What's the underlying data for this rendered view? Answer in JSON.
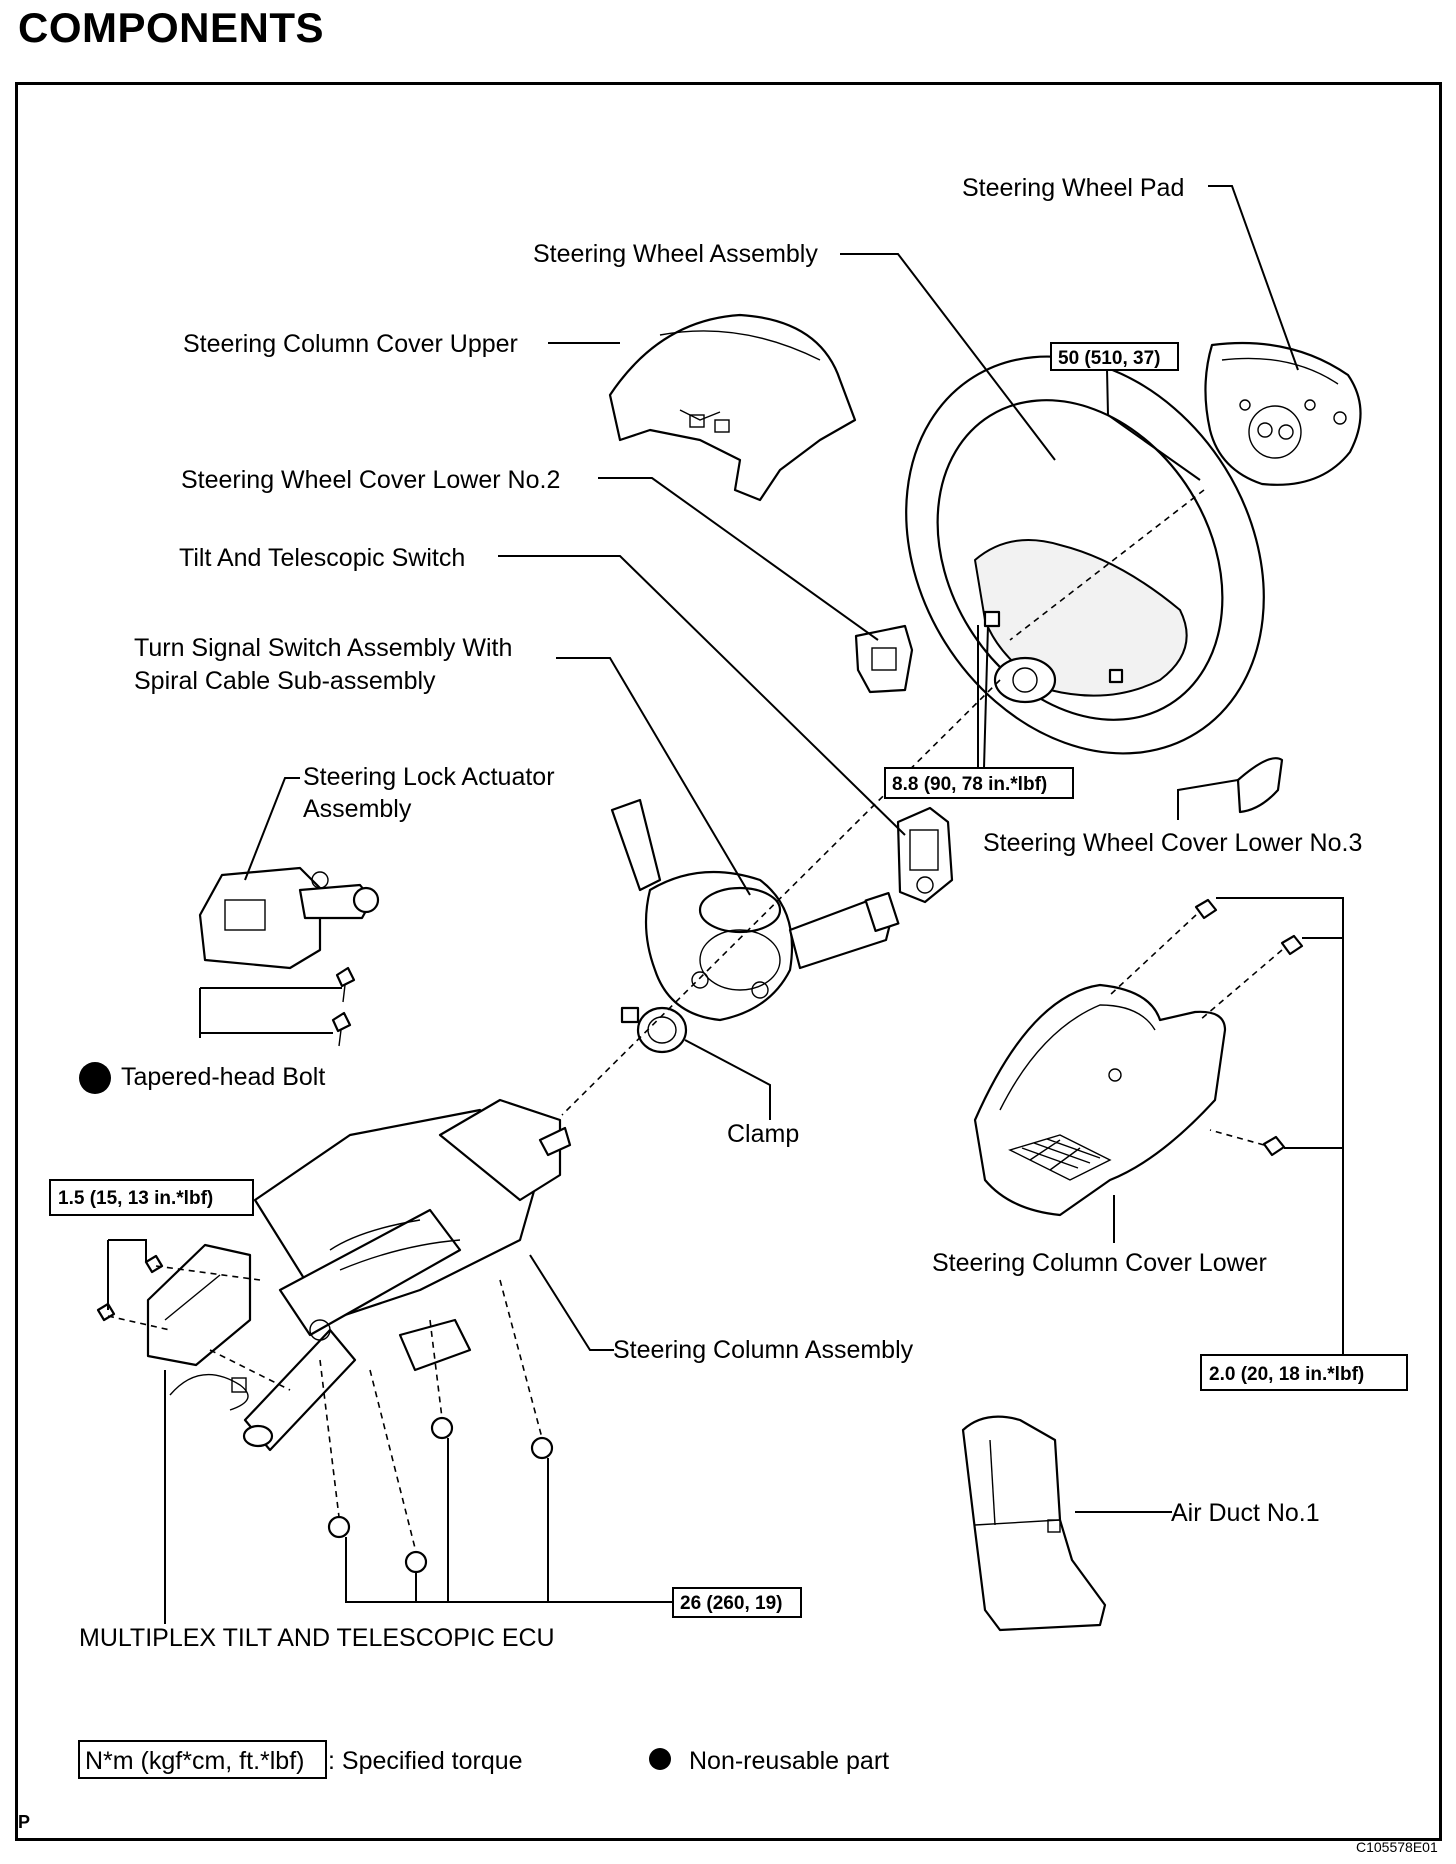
{
  "title": "COMPONENTS",
  "labels": {
    "steering_wheel_pad": "Steering Wheel Pad",
    "steering_wheel_assembly": "Steering Wheel Assembly",
    "steering_column_cover_upper": "Steering Column Cover Upper",
    "steering_wheel_cover_lower_no2": "Steering Wheel Cover Lower No.2",
    "tilt_telescopic_switch": "Tilt And Telescopic Switch",
    "turn_signal_line1": "Turn Signal Switch Assembly With",
    "turn_signal_line2": "Spiral Cable Sub-assembly",
    "steering_lock_line1": "Steering Lock Actuator",
    "steering_lock_line2": "Assembly",
    "steering_wheel_cover_lower_no3": "Steering Wheel Cover Lower No.3",
    "tapered_head_bolt": "Tapered-head Bolt",
    "clamp": "Clamp",
    "steering_column_cover_lower": "Steering Column Cover Lower",
    "steering_column_assembly": "Steering Column Assembly",
    "air_duct_no1": "Air Duct No.1",
    "multiplex_ecu": "MULTIPLEX TILT AND TELESCOPIC ECU"
  },
  "torques": {
    "pad_nut": "50 (510, 37)",
    "switch_screws": "8.8 (90, 78 in.*lbf)",
    "ecu_bolts": "1.5 (15, 13 in.*lbf)",
    "cover_lower_screws": "2.0 (20, 18 in.*lbf)",
    "column_nuts": "26 (260, 19)"
  },
  "legend": {
    "torque_unit": "N*m (kgf*cm, ft.*lbf)",
    "torque_text": ": Specified torque",
    "nonreusable_text": "Non-reusable part"
  },
  "corner_letter": "P",
  "figure_code": "C105578E01"
}
